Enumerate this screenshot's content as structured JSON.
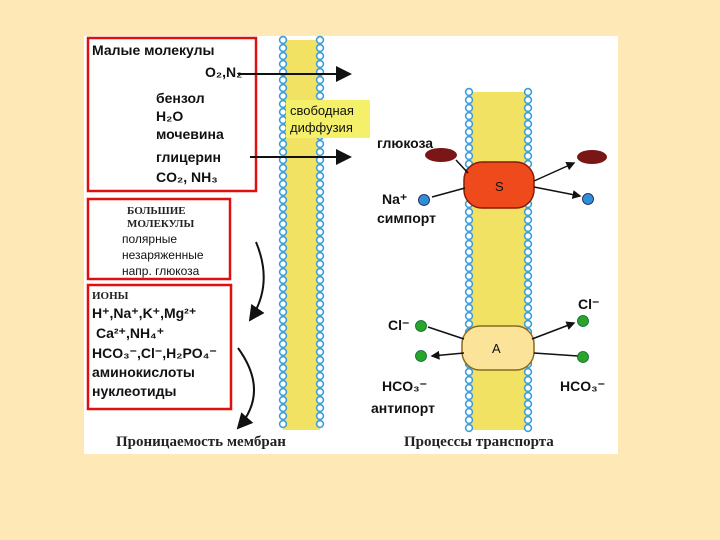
{
  "permeability": {
    "title": "Проницаемость мембран",
    "small": {
      "heading": "Малые молекулы",
      "o2n2": "O₂,N₂",
      "items": [
        "бензол",
        "H₂O",
        "мочевина",
        "глицерин",
        "CO₂, NH₃"
      ]
    },
    "diffusion": [
      "свободная",
      "диффузия"
    ],
    "large": {
      "heading": [
        "БОЛЬШИЕ",
        "МОЛЕКУЛЫ"
      ],
      "items": [
        "полярные",
        "незаряженные",
        "напр. глюкоза"
      ]
    },
    "ions": {
      "heading": "ИОНЫ",
      "lines": [
        "H⁺,Na⁺,K⁺,Mg²⁺",
        "Ca²⁺,NH₄⁺",
        "HCO₃⁻,Cl⁻,H₂PO₄⁻",
        "аминокислоты",
        "нуклеотиды"
      ]
    }
  },
  "transport": {
    "title": "Процессы транспорта",
    "symport": {
      "carrier": "S",
      "glucose": "глюкоза",
      "na": "Na⁺",
      "label": "симпорт"
    },
    "antiport": {
      "carrier": "A",
      "cl_left": "Cl⁻",
      "cl_right": "Cl⁻",
      "hco3_left": "HCO₃⁻",
      "hco3_right": "HCO₃⁻",
      "label": "антипорт"
    }
  },
  "colors": {
    "page_bg": "#fde8b6",
    "panel_bg": "#ffffff",
    "box_border": "#e01010",
    "membrane_head": "#3d9fd8",
    "membrane_tail": "#f2e264",
    "highlight": "#f4f06a",
    "symport_carrier": "#ef4a1c",
    "antiport_carrier": "#fbe39a",
    "glucose": "#7a1616",
    "sodium": "#2e8fd8",
    "chloride_bicarbonate": "#2aa52a"
  }
}
